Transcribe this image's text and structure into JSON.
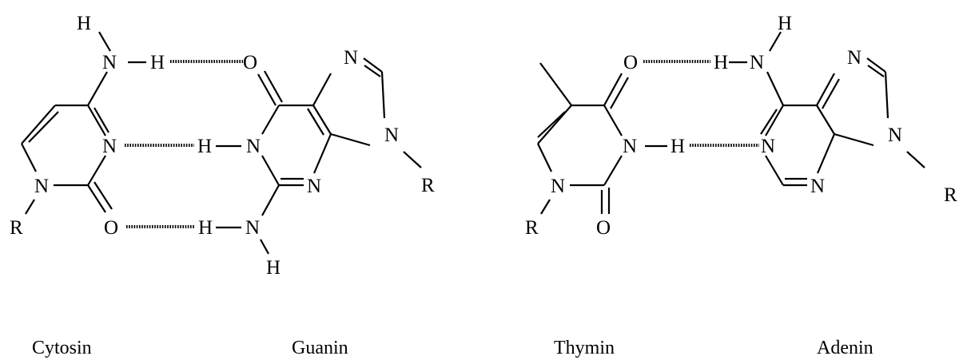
{
  "atoms": {
    "N": "N",
    "H": "H",
    "O": "O",
    "R": "R"
  },
  "names": {
    "cytosine": "Cytosin",
    "guanine": "Guanin",
    "thymine": "Thymin",
    "adenine": "Adenin"
  }
}
